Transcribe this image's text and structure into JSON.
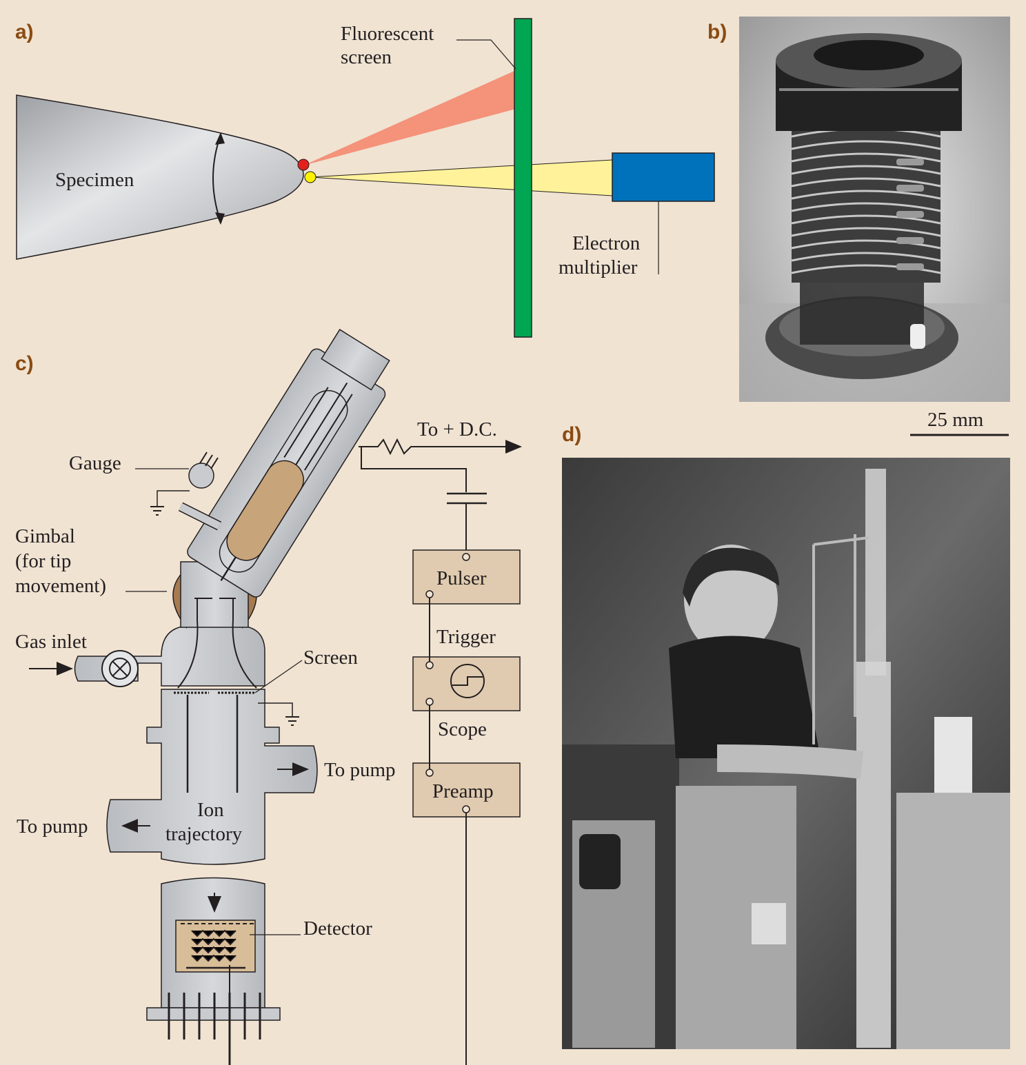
{
  "panels": {
    "a": "a)",
    "b": "b)",
    "c": "c)",
    "d": "d)"
  },
  "panel_a": {
    "fluorescent_screen": [
      "Fluorescent",
      "screen"
    ],
    "specimen": "Specimen",
    "electron_multiplier": [
      "Electron",
      "multiplier"
    ]
  },
  "panel_b": {
    "scale_bar": "25 mm"
  },
  "panel_c": {
    "to_dc": "To + D.C.",
    "gauge": "Gauge",
    "gimbal": [
      "Gimbal",
      "(for tip",
      "movement)"
    ],
    "gas_inlet": "Gas inlet",
    "screen": "Screen",
    "pulser": "Pulser",
    "trigger": "Trigger",
    "scope": "Scope",
    "preamp": "Preamp",
    "to_pump_right": "To pump",
    "to_pump_left": "To pump",
    "ion_trajectory": [
      "Ion",
      "trajectory"
    ],
    "detector": "Detector"
  },
  "colors": {
    "background": "#f0e3d2",
    "panel_label": "#8a4b12",
    "screen_green": "#00a651",
    "multiplier_blue": "#0072bc",
    "cone_red": "#f4927a",
    "cone_yellow": "#fff29a",
    "gray_body": "#c9cbce",
    "tan": "#a77b4f",
    "box_fill": "#e0cbb0"
  }
}
